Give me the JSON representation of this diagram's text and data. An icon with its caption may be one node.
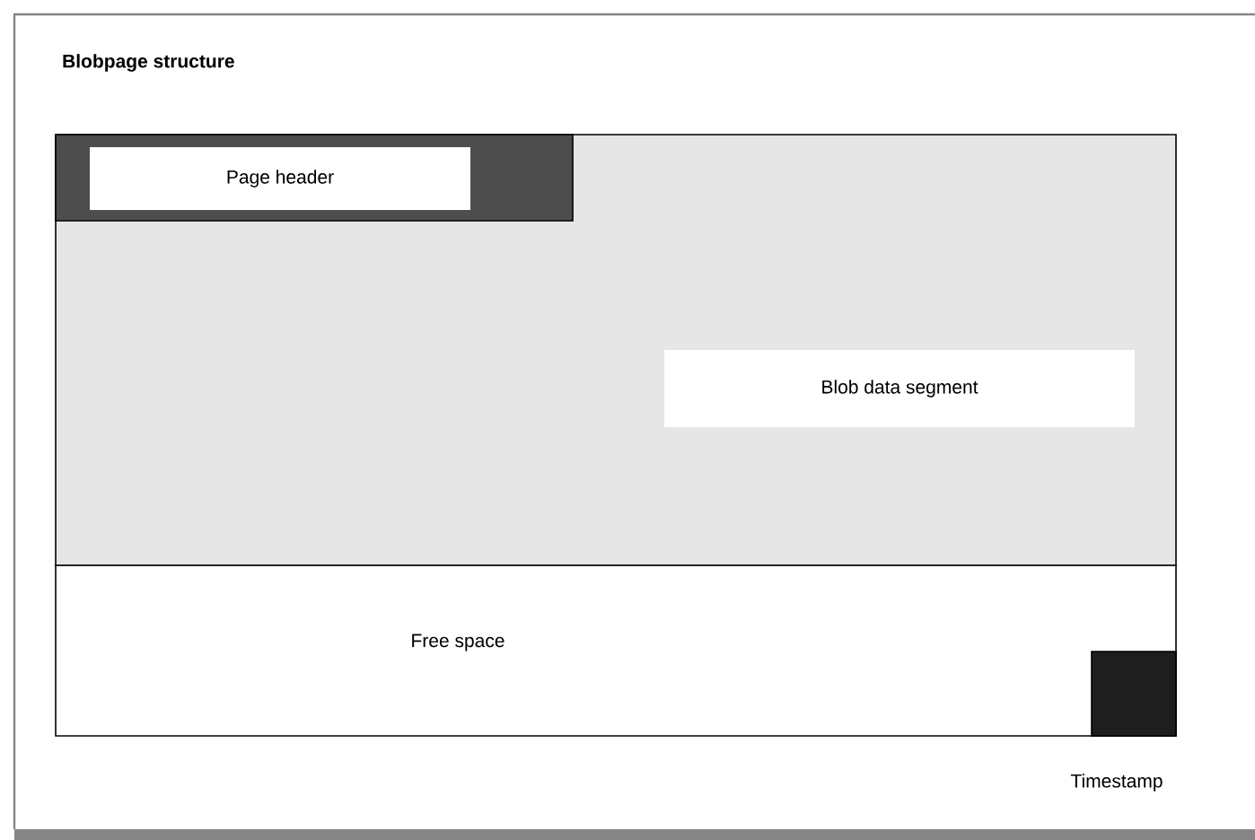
{
  "diagram": {
    "title": "Blobpage structure",
    "nodes": [
      {
        "text": [
          "Blob data segment"
        ]
      },
      {
        "text": [
          "Page header"
        ],
        "in": 0
      },
      {
        "text": [
          "Free space"
        ]
      },
      {
        "text": [],
        "shape": "box",
        "in": 2,
        "beside": [
          "Timestamp"
        ]
      }
    ]
  }
}
